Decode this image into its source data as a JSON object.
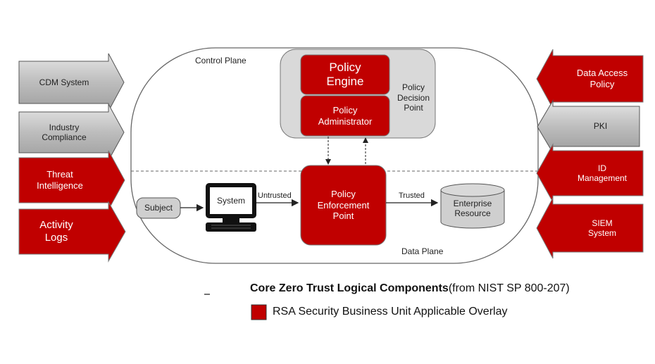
{
  "colors": {
    "red": "#c00000",
    "gray": "#bfbfbf",
    "light_gray": "#d9d9d9",
    "outline": "#555555"
  },
  "diagram": {
    "control_plane_label": "Control Plane",
    "data_plane_label": "Data Plane",
    "policy_decision_point_label": "Policy\nDecision\nPoint",
    "policy_engine": "Policy\nEngine",
    "policy_administrator": "Policy\nAdministrator",
    "policy_enforcement_point": "Policy\nEnforcement\nPoint",
    "subject": "Subject",
    "system": "System",
    "untrusted_label": "Untrusted",
    "trusted_label": "Trusted",
    "enterprise_resource": "Enterprise\nResource",
    "left_inputs": [
      {
        "label": "CDM System",
        "style": "gray"
      },
      {
        "label": "Industry\nCompliance",
        "style": "gray"
      },
      {
        "label": "Threat\nIntelligence",
        "style": "red"
      },
      {
        "label": "Activity\nLogs",
        "style": "red"
      }
    ],
    "right_inputs": [
      {
        "label": "Data Access\nPolicy",
        "style": "red"
      },
      {
        "label": "PKI",
        "style": "gray"
      },
      {
        "label": "ID\nManagement",
        "style": "red"
      },
      {
        "label": "SIEM\nSystem",
        "style": "red"
      }
    ]
  },
  "caption": {
    "title_bold": "Core Zero Trust Logical Components",
    "title_source": "(from NIST SP 800-207)",
    "legend_text": "RSA Security Business Unit Applicable Overlay"
  }
}
